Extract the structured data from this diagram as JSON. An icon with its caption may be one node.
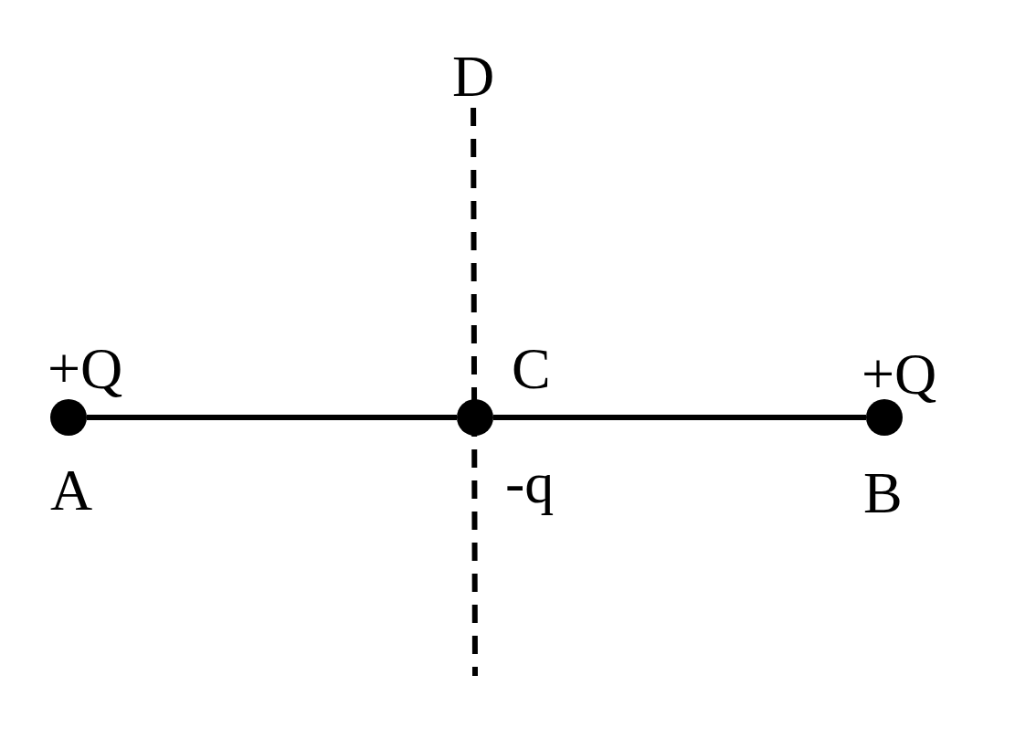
{
  "diagram": {
    "nodes": [
      {
        "text": [],
        "shape": "circle",
        "beside": [
          "+Q",
          "A"
        ]
      },
      {
        "text": [],
        "shape": "circle",
        "beside": [
          "C",
          "-q"
        ]
      },
      {
        "text": [],
        "shape": "circle",
        "beside": [
          "+Q",
          "B"
        ]
      },
      {
        "text": [
          "D"
        ]
      }
    ],
    "edges": [
      {
        "from": 0,
        "to": 1,
        "arrow": "none"
      },
      {
        "from": 1,
        "to": 2,
        "arrow": "none"
      },
      {
        "from": 3,
        "to": null,
        "arrow": "none",
        "style": "dashed"
      }
    ]
  }
}
